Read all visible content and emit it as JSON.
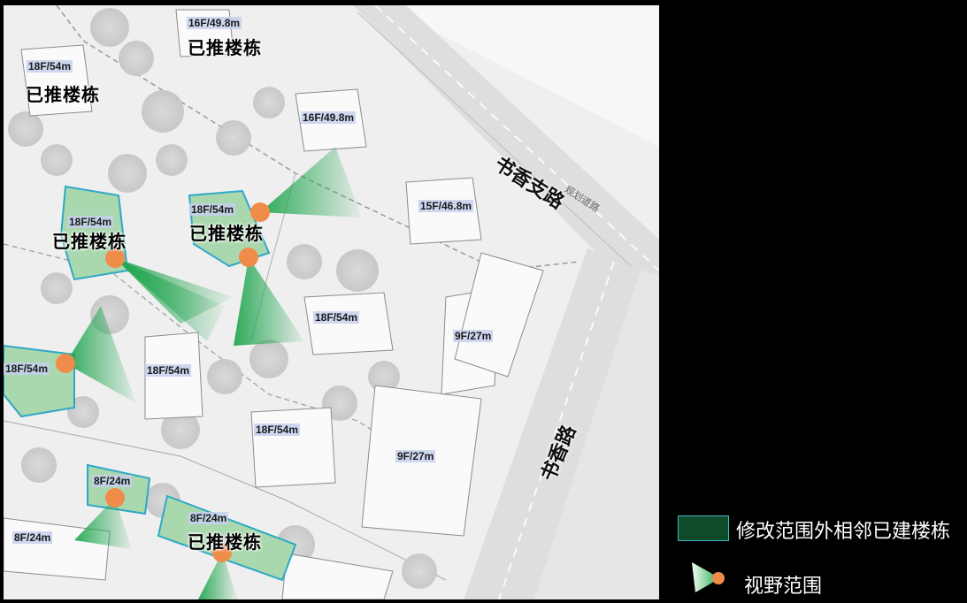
{
  "map": {
    "road_labels": {
      "shuxiang_zhi_road": "书香支路",
      "shuxiang_road": "书香路",
      "planned_road": "规划道路"
    },
    "pushed_label": "已推楼栋",
    "buildings": {
      "b1": "16F/49.8m",
      "b2": "18F/54m",
      "b3": "16F/49.8m",
      "b4": "15F/46.8m",
      "b5": "18F/54m",
      "b6": "18F/54m",
      "b7": "18F/54m",
      "b8": "9F/27m",
      "b9": "18F/54m",
      "b10": "18F/54m",
      "b11": "18F/54m",
      "b12": "9F/27m",
      "b13": "8F/24m",
      "b14": "8F/24m",
      "b15": "8F/24m"
    }
  },
  "legend": {
    "adjacent_label": "修改范围外相邻已建楼栋",
    "view_label": "视野范围",
    "adjacent_color": "#0f4a2a",
    "adjacent_border": "#3fb7c2",
    "view_color": "#2db35d",
    "viewpoint_color": "#f08c4a"
  }
}
